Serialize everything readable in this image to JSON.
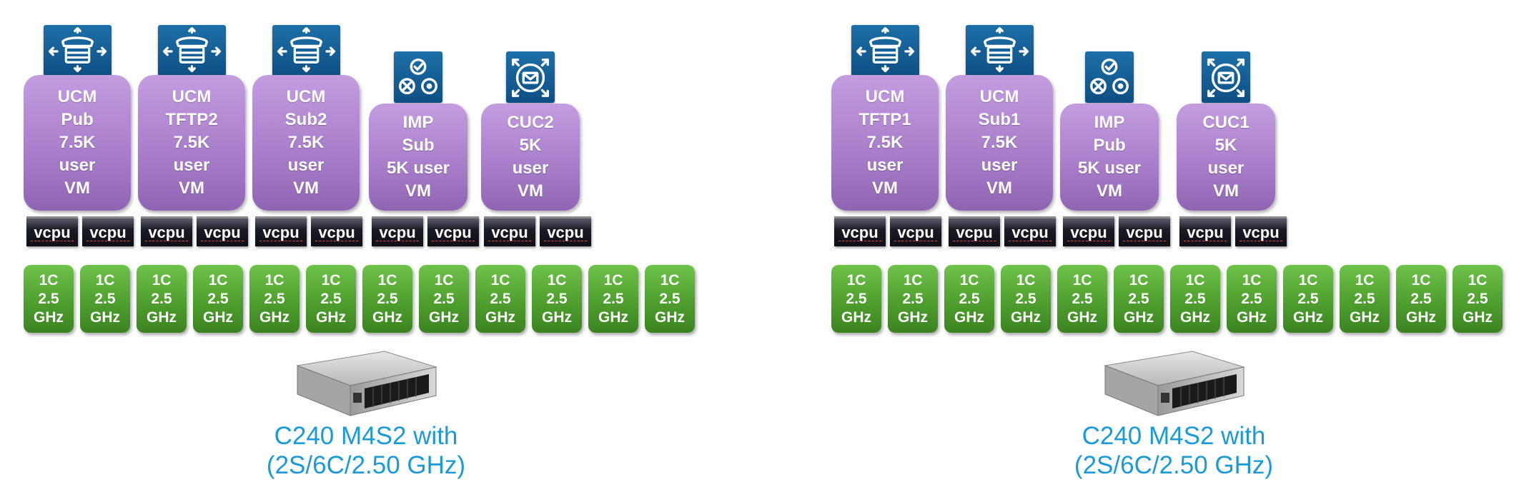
{
  "servers": [
    {
      "vms": [
        {
          "lines": [
            "UCM",
            "Pub",
            "7.5K",
            "user",
            "VM"
          ],
          "icon": "ucm-phone-icon"
        },
        {
          "lines": [
            "UCM",
            "TFTP2",
            "7.5K",
            "user",
            "VM"
          ],
          "icon": "ucm-phone-icon"
        },
        {
          "lines": [
            "UCM",
            "Sub2",
            "7.5K",
            "user",
            "VM"
          ],
          "icon": "ucm-phone-icon"
        },
        {
          "lines": [
            "IMP",
            "Sub",
            "5K user",
            "VM"
          ],
          "icon": "imp-presence-icon"
        },
        {
          "lines": [
            "CUC2",
            "5K",
            "user",
            "VM"
          ],
          "icon": "cuc-voicemail-icon"
        }
      ],
      "vcpu_label": "vcpu",
      "vcpu_count": 10,
      "core_lines": [
        "1C",
        "2.5",
        "GHz"
      ],
      "core_count": 12,
      "caption_lines": [
        "C240 M4S2 with",
        "(2S/6C/2.50 GHz)"
      ]
    },
    {
      "vms": [
        {
          "lines": [
            "UCM",
            "TFTP1",
            "7.5K",
            "user",
            "VM"
          ],
          "icon": "ucm-phone-icon"
        },
        {
          "lines": [
            "UCM",
            "Sub1",
            "7.5K",
            "user",
            "VM"
          ],
          "icon": "ucm-phone-icon"
        },
        {
          "lines": [
            "IMP",
            "Pub",
            "5K user",
            "VM"
          ],
          "icon": "imp-presence-icon"
        },
        {
          "lines": [
            "CUC1",
            "5K",
            "user",
            "VM"
          ],
          "icon": "cuc-voicemail-icon"
        }
      ],
      "vcpu_label": "vcpu",
      "vcpu_count": 8,
      "core_lines": [
        "1C",
        "2.5",
        "GHz"
      ],
      "core_count": 12,
      "caption_lines": [
        "C240 M4S2 with",
        "(2S/6C/2.50 GHz)"
      ]
    }
  ],
  "colors": {
    "vm_purple": "#a77cc9",
    "core_green": "#4e9f2e",
    "icon_blue": "#0d4f84",
    "caption_blue": "#1a9ad6"
  }
}
